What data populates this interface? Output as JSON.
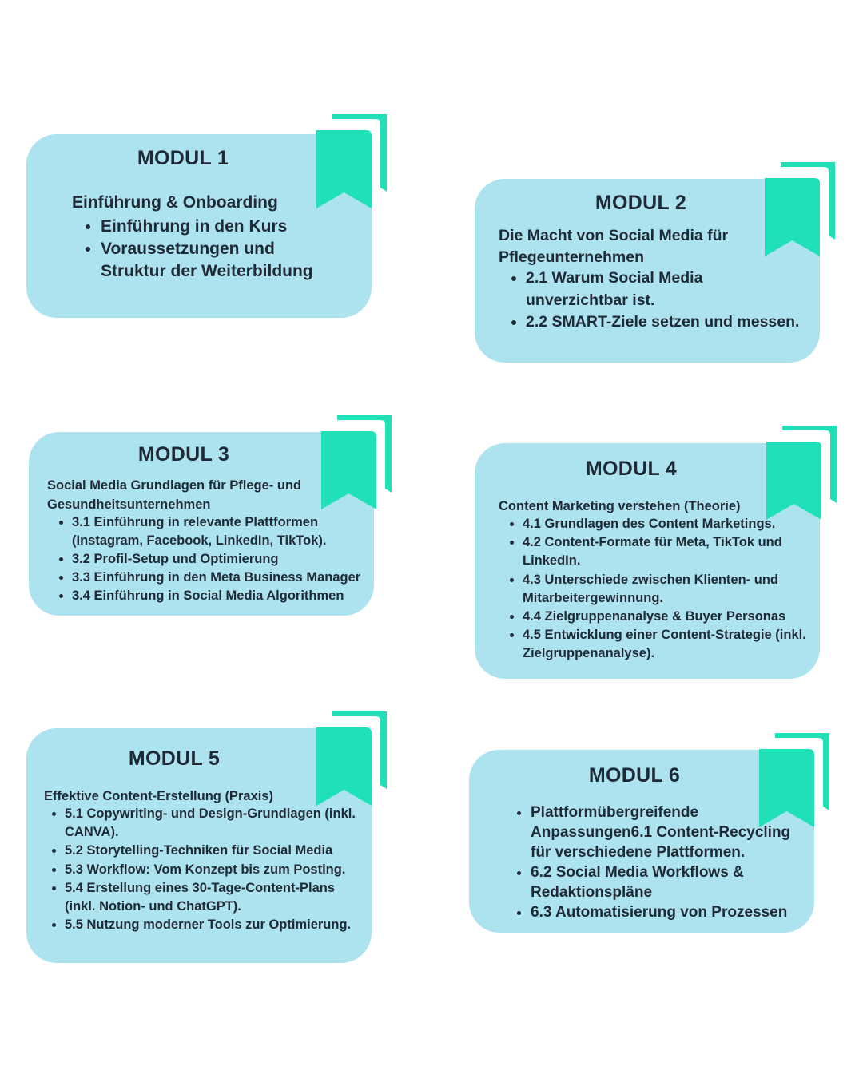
{
  "colors": {
    "card_bg": "#ade3ef",
    "bookmark": "#20e0b8",
    "text": "#1f2a36"
  },
  "modules": [
    {
      "title": "MODUL 1",
      "subtitle": "Einführung & Onboarding",
      "items": [
        "Einführung in den Kurs",
        "Voraussetzungen und Struktur der Weiterbildung"
      ]
    },
    {
      "title": "MODUL 2",
      "subtitle": "Die Macht von Social Media für Pflegeunternehmen",
      "items": [
        "2.1 Warum Social Media unverzichtbar ist.",
        "2.2 SMART-Ziele setzen und messen."
      ]
    },
    {
      "title": "MODUL 3",
      "subtitle": "Social Media Grundlagen für Pflege- und Gesundheitsunternehmen",
      "items": [
        "3.1 Einführung in relevante Plattformen (Instagram, Facebook, LinkedIn, TikTok).",
        "3.2 Profil-Setup und Optimierung",
        "3.3 Einführung in den Meta Business Manager",
        "3.4 Einführung in Social Media Algorithmen"
      ]
    },
    {
      "title": "MODUL 4",
      "subtitle": "Content Marketing verstehen (Theorie)",
      "items": [
        "4.1 Grundlagen des Content Marketings.",
        "4.2 Content-Formate für Meta, TikTok und LinkedIn.",
        "4.3 Unterschiede zwischen Klienten- und Mitarbeitergewinnung.",
        "4.4 Zielgruppenanalyse & Buyer Personas",
        "4.5 Entwicklung einer Content-Strategie (inkl. Zielgruppenanalyse)."
      ]
    },
    {
      "title": "MODUL 5",
      "subtitle": "Effektive Content-Erstellung (Praxis)",
      "items": [
        "5.1 Copywriting- und Design-Grundlagen (inkl. CANVA).",
        "5.2 Storytelling-Techniken für Social Media",
        "5.3 Workflow: Vom Konzept bis zum Posting.",
        "5.4 Erstellung eines 30-Tage-Content-Plans (inkl. Notion- und ChatGPT).",
        "5.5 Nutzung moderner Tools zur Optimierung."
      ]
    },
    {
      "title": "MODUL 6",
      "subtitle": "",
      "items": [
        "Plattformübergreifende Anpassungen6.1 Content-Recycling für verschiedene Plattformen.",
        "6.2 Social Media Workflows & Redaktionspläne",
        "6.3 Automatisierung von Prozessen"
      ]
    }
  ]
}
